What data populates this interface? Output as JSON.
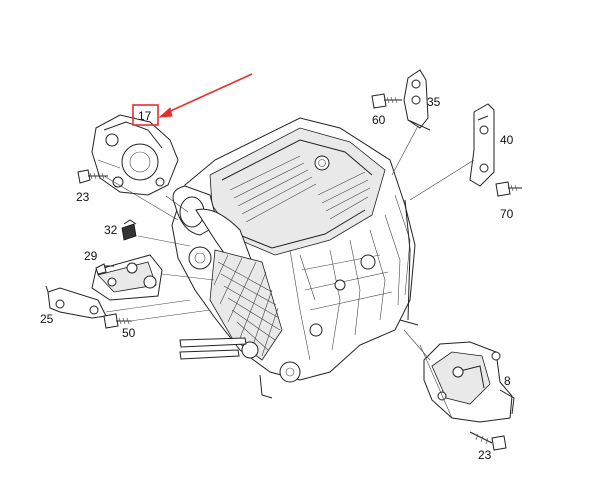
{
  "diagram": {
    "callouts": {
      "c17": "17",
      "c23a": "23",
      "c32": "32",
      "c29": "29",
      "c25": "25",
      "c50": "50",
      "c60": "60",
      "c35": "35",
      "c40": "40",
      "c70": "70",
      "c8": "8",
      "c23b": "23"
    },
    "highlight": {
      "callout": "17",
      "color": "#e53030"
    }
  }
}
